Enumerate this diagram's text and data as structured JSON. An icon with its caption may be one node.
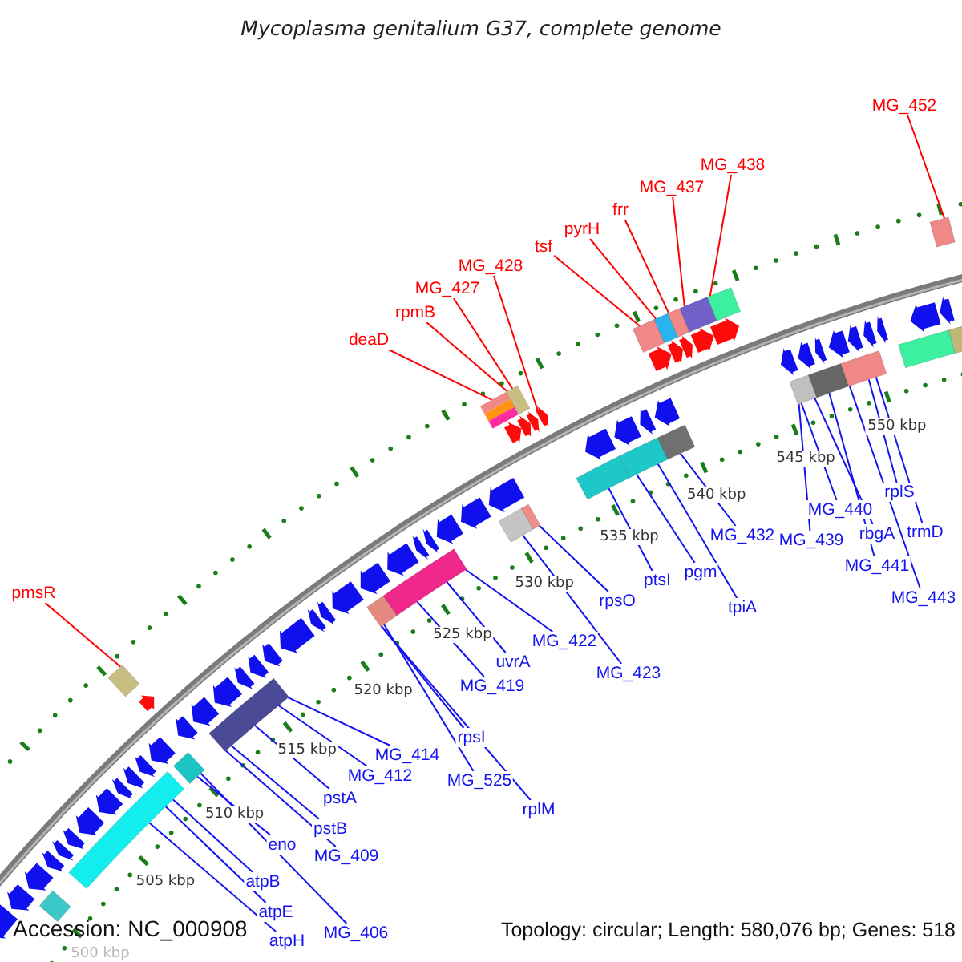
{
  "diagram": {
    "title": "Mycoplasma genitalium G37, complete genome",
    "nodes": [
      {
        "text": [
          "MG_452"
        ]
      },
      {
        "text": [
          "MG_438"
        ]
      },
      {
        "text": [
          "MG_437"
        ]
      },
      {
        "text": [
          "frr"
        ]
      },
      {
        "text": [
          "pyrH"
        ]
      },
      {
        "text": [
          "tsf"
        ]
      },
      {
        "text": [
          "MG_428"
        ]
      },
      {
        "text": [
          "MG_427"
        ]
      },
      {
        "text": [
          "rpmB"
        ]
      },
      {
        "text": [
          "deaD"
        ]
      },
      {
        "text": [
          "rplS"
        ]
      },
      {
        "text": [
          "MG_440"
        ]
      },
      {
        "text": [
          "trmD"
        ]
      },
      {
        "text": [
          "rbgA"
        ]
      },
      {
        "text": [
          "MG_432"
        ]
      },
      {
        "text": [
          "MG_439"
        ]
      },
      {
        "text": [
          "MG_441"
        ]
      },
      {
        "text": [
          "pgm"
        ]
      },
      {
        "text": [
          "ptsI"
        ]
      },
      {
        "text": [
          "pmsR"
        ]
      },
      {
        "text": [
          "MG_443"
        ]
      },
      {
        "text": [
          "rpsO"
        ]
      },
      {
        "text": [
          "tpiA"
        ]
      },
      {
        "text": [
          "MG_422"
        ]
      },
      {
        "text": [
          "uvrA"
        ]
      },
      {
        "text": [
          "MG_423"
        ]
      },
      {
        "text": [
          "MG_419"
        ]
      },
      {
        "text": [
          "rpsI"
        ]
      },
      {
        "text": [
          "MG_414"
        ]
      },
      {
        "text": [
          "MG_412"
        ]
      },
      {
        "text": [
          "MG_525"
        ]
      },
      {
        "text": [
          "pstA"
        ]
      },
      {
        "text": [
          "rplM"
        ]
      },
      {
        "text": [
          "pstB"
        ]
      },
      {
        "text": [
          "eno"
        ]
      },
      {
        "text": [
          "MG_409"
        ]
      },
      {
        "text": [
          "atpB"
        ]
      },
      {
        "text": [
          "atpE"
        ]
      },
      {
        "text": [
          "MG_406"
        ]
      },
      {
        "text": [
          "atpH"
        ]
      },
      {
        "text": [],
        "shape": "arrow"
      },
      {
        "text": [],
        "shape": "arrow"
      },
      {
        "text": [],
        "shape": "arrow"
      },
      {
        "text": [],
        "shape": "arrow"
      },
      {
        "text": [],
        "shape": "arrow"
      },
      {
        "text": [],
        "shape": "arrow"
      },
      {
        "text": [],
        "shape": "arrow"
      },
      {
        "text": [],
        "shape": "arrow"
      },
      {
        "text": [],
        "shape": "arrow"
      },
      {
        "text": [],
        "shape": "arrow"
      },
      {
        "text": [],
        "shape": "arrow"
      },
      {
        "text": [],
        "shape": "arrow"
      },
      {
        "text": [],
        "shape": "arrow"
      },
      {
        "text": [],
        "shape": "arrow"
      },
      {
        "text": [],
        "shape": "arrow"
      },
      {
        "text": [],
        "shape": "arrow"
      },
      {
        "text": [],
        "shape": "arrow"
      },
      {
        "text": [],
        "shape": "arrow"
      },
      {
        "text": [],
        "shape": "arrow"
      },
      {
        "text": [],
        "shape": "arrow"
      },
      {
        "text": [],
        "shape": "arrow"
      },
      {
        "text": [],
        "shape": "arrow"
      },
      {
        "text": [],
        "shape": "arrow"
      },
      {
        "text": [],
        "shape": "arrow"
      },
      {
        "text": [],
        "shape": "arrow"
      },
      {
        "text": [],
        "shape": "arrow"
      },
      {
        "text": [],
        "shape": "arrow"
      },
      {
        "text": [],
        "shape": "arrow"
      },
      {
        "text": [],
        "shape": "arrow"
      },
      {
        "text": [],
        "shape": "arrow"
      },
      {
        "text": [],
        "shape": "arrow"
      },
      {
        "text": [],
        "shape": "arrow"
      },
      {
        "text": [],
        "shape": "arrow"
      },
      {
        "text": [],
        "shape": "arrow"
      },
      {
        "text": [],
        "shape": "arrow"
      },
      {
        "text": [],
        "shape": "arrow"
      },
      {
        "text": [],
        "shape": "arrow"
      },
      {
        "text": [],
        "shape": "arrow"
      },
      {
        "text": [],
        "shape": "arrow"
      },
      {
        "text": [],
        "shape": "arrow"
      },
      {
        "text": [],
        "shape": "arrow"
      },
      {
        "text": [],
        "shape": "arrow"
      },
      {
        "text": [],
        "shape": "box"
      },
      {
        "text": [],
        "shape": "box"
      },
      {
        "text": [],
        "shape": "box"
      },
      {
        "text": [],
        "shape": "box"
      },
      {
        "text": [],
        "shape": "box"
      },
      {
        "text": [],
        "shape": "box"
      },
      {
        "text": [],
        "shape": "box"
      },
      {
        "text": [],
        "shape": "box"
      },
      {
        "text": [],
        "shape": "box"
      },
      {
        "text": [],
        "shape": "box"
      },
      {
        "text": [],
        "shape": "box"
      },
      {
        "text": [],
        "shape": "box"
      },
      {
        "text": [],
        "shape": "box"
      },
      {
        "text": [],
        "shape": "box"
      },
      {
        "text": [],
        "shape": "box"
      },
      {
        "text": [],
        "shape": "box"
      },
      {
        "text": [],
        "shape": "box"
      },
      {
        "text": [],
        "shape": "box"
      },
      {
        "text": [],
        "shape": "box"
      },
      {
        "text": [],
        "shape": "box"
      },
      {
        "text": [],
        "shape": "box"
      },
      {
        "text": [],
        "shape": "box"
      },
      {
        "text": [],
        "shape": "box"
      },
      {
        "text": [],
        "shape": "box"
      },
      {
        "text": [],
        "shape": "box"
      },
      {
        "text": [],
        "shape": "arrow"
      },
      {
        "text": [],
        "shape": "arrow"
      },
      {
        "text": [],
        "shape": "arrow"
      },
      {
        "text": [],
        "shape": "arrow"
      },
      {
        "text": [],
        "shape": "arrow"
      },
      {
        "text": [],
        "shape": "arrow"
      },
      {
        "text": [],
        "shape": "arrow"
      },
      {
        "text": [],
        "shape": "arrow"
      },
      {
        "text": [],
        "shape": "arrow"
      },
      {
        "text": [],
        "shape": "arrow"
      }
    ],
    "edges": [
      {
        "from": 0,
        "to": 106,
        "arrow": "none",
        "color": "#ff0000"
      },
      {
        "from": 1,
        "to": 105,
        "arrow": "none",
        "color": "#ff0000"
      },
      {
        "from": 2,
        "to": 104,
        "arrow": "none",
        "color": "#ff0000"
      },
      {
        "from": 3,
        "to": 103,
        "arrow": "none",
        "color": "#ff0000"
      },
      {
        "from": 4,
        "to": 102,
        "arrow": "none",
        "color": "#ff0000"
      },
      {
        "from": 5,
        "to": 101,
        "arrow": "none",
        "color": "#ff0000"
      },
      {
        "from": 6,
        "to": 111,
        "arrow": "none",
        "color": "#ff0000"
      },
      {
        "from": 7,
        "to": 100,
        "arrow": "none",
        "color": "#ff0000"
      },
      {
        "from": 8,
        "to": 100,
        "arrow": "none",
        "color": "#ff0000"
      },
      {
        "from": 9,
        "to": 99,
        "arrow": "none",
        "color": "#ff0000"
      },
      {
        "from": 10,
        "to": 95,
        "arrow": "none"
      },
      {
        "from": 11,
        "to": 93,
        "arrow": "none"
      },
      {
        "from": 12,
        "to": 95,
        "arrow": "none"
      },
      {
        "from": 13,
        "to": 93,
        "arrow": "none"
      },
      {
        "from": 14,
        "to": 92,
        "arrow": "none"
      },
      {
        "from": 15,
        "to": 93,
        "arrow": "none"
      },
      {
        "from": 16,
        "to": 94,
        "arrow": "none"
      },
      {
        "from": 17,
        "to": 91,
        "arrow": "none"
      },
      {
        "from": 18,
        "to": 90,
        "arrow": "none"
      },
      {
        "from": 19,
        "to": 98,
        "arrow": "none",
        "color": "#ff0000"
      },
      {
        "from": 20,
        "to": 95,
        "arrow": "none"
      },
      {
        "from": 21,
        "to": 89,
        "arrow": "none"
      },
      {
        "from": 22,
        "to": 91,
        "arrow": "none"
      },
      {
        "from": 23,
        "to": 87,
        "arrow": "none"
      },
      {
        "from": 24,
        "to": 87,
        "arrow": "none"
      },
      {
        "from": 25,
        "to": 88,
        "arrow": "none"
      },
      {
        "from": 26,
        "to": 87,
        "arrow": "none"
      },
      {
        "from": 27,
        "to": 86,
        "arrow": "none"
      },
      {
        "from": 28,
        "to": 85,
        "arrow": "none"
      },
      {
        "from": 29,
        "to": 85,
        "arrow": "none"
      },
      {
        "from": 30,
        "to": 86,
        "arrow": "none"
      },
      {
        "from": 31,
        "to": 85,
        "arrow": "none"
      },
      {
        "from": 32,
        "to": 86,
        "arrow": "none"
      },
      {
        "from": 33,
        "to": 85,
        "arrow": "none"
      },
      {
        "from": 34,
        "to": 84,
        "arrow": "none"
      },
      {
        "from": 35,
        "to": 85,
        "arrow": "none"
      },
      {
        "from": 36,
        "to": 83,
        "arrow": "none"
      },
      {
        "from": 37,
        "to": 83,
        "arrow": "none"
      },
      {
        "from": 38,
        "to": 84,
        "arrow": "none"
      },
      {
        "from": 39,
        "to": 83,
        "arrow": "none"
      }
    ],
    "labels": [
      "550 kbp",
      "545 kbp",
      "540 kbp",
      "535 kbp",
      "530 kbp",
      "525 kbp",
      "520 kbp",
      "515 kbp",
      "510 kbp",
      "505 kbp",
      "500 kbp",
      "Accession: NC_000908",
      "Topology: circular; Length: 580,076 bp; Genes: 518"
    ]
  }
}
